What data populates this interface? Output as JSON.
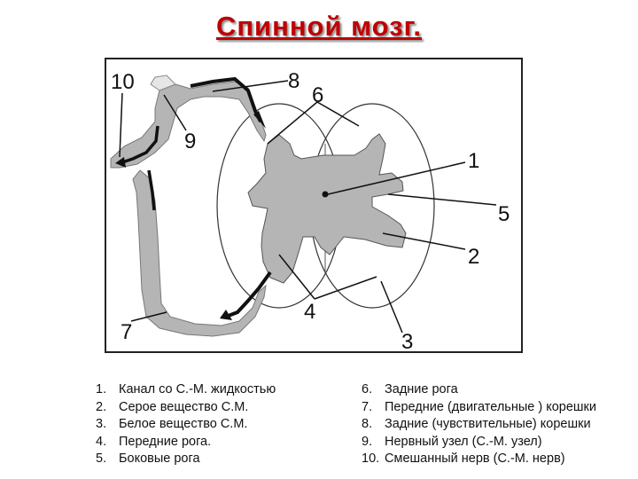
{
  "title": "Спинной мозг.",
  "diagram": {
    "labels": [
      "10",
      "8",
      "6",
      "9",
      "1",
      "5",
      "2",
      "4",
      "7",
      "3"
    ]
  },
  "legend": {
    "left": [
      {
        "num": "1.",
        "text": "Канал со С.-М. жидкостью"
      },
      {
        "num": "2.",
        "text": "Серое вещество С.М."
      },
      {
        "num": "3.",
        "text": "Белое вещество С.М."
      },
      {
        "num": "4.",
        "text": "Передние рога."
      },
      {
        "num": "5.",
        "text": "Боковые рога"
      }
    ],
    "right": [
      {
        "num": "6.",
        "text": "Задние рога"
      },
      {
        "num": "7.",
        "text": "Передние (двигательные ) корешки"
      },
      {
        "num": "8.",
        "text": "Задние (чувствительные) корешки"
      },
      {
        "num": "9.",
        "text": "Нервный узел (С.-М. узел)"
      },
      {
        "num": "10.",
        "text": "Смешанный нерв (С.-М. нерв)"
      }
    ]
  },
  "colors": {
    "title": "#c00000",
    "grey_matter": "#b5b5b5",
    "outline": "#222222"
  }
}
